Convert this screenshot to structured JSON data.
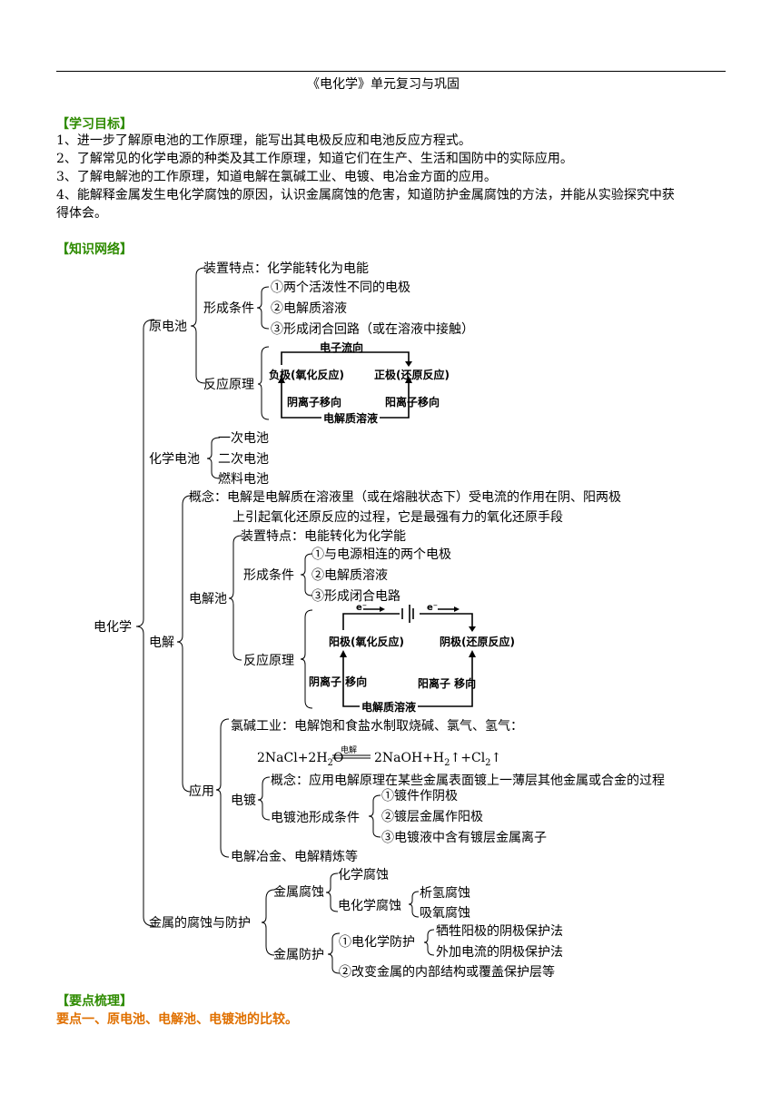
{
  "header": {
    "title": "《电化学》单元复习与巩固"
  },
  "goals": {
    "heading": "【学习目标】",
    "items": [
      "1、进一步了解原电池的工作原理，能写出其电极反应和电池反应方程式。",
      "2、了解常见的化学电源的种类及其工作原理，知道它们在生产、生活和国防中的实际应用。",
      "3、了解电解池的工作原理，知道电解在氯碱工业、电镀、电冶金方面的应用。",
      "4、能解释金属发生电化学腐蚀的原因，认识金属腐蚀的危害，知道防护金属腐蚀的方法，并能从实验探究中获",
      "得体会。"
    ]
  },
  "network": {
    "heading": "【知识网络】",
    "root": "电化学",
    "galvanic": {
      "label": "原电池",
      "device": "装置特点：化学能转化为电能",
      "cond_label": "形成条件",
      "conds": [
        "①两个活泼性不同的电极",
        "②电解质溶液",
        "③形成闭合回路（或在溶液中接触）"
      ],
      "principle_label": "反应原理",
      "diagram": {
        "top": "电子流向",
        "left": "负极(氧化反应)",
        "right": "正极(还原反应)",
        "anion": "阴离子移向",
        "cation": "阳离子移向",
        "bottom": "电解质溶液"
      }
    },
    "chem_battery": {
      "label": "化学电池",
      "items": [
        "一次电池",
        "二次电池",
        "燃料电池"
      ]
    },
    "electrolysis": {
      "label": "电解",
      "concept1": "概念：电解是电解质在溶液里（或在熔融状态下）受电流的作用在阴、阳两极",
      "concept2": "上引起氧化还原反应的过程，它是最强有力的氧化还原手段",
      "cell_label": "电解池",
      "device": "装置特点：电能转化为化学能",
      "cond_label": "形成条件",
      "conds": [
        "①与电源相连的两个电极",
        "②电解质溶液",
        "③形成闭合电路"
      ],
      "principle_label": "反应原理",
      "diagram": {
        "e1": "e⁻",
        "e2": "e⁻",
        "left": "阳极(氧化反应)",
        "right": "阴极(还原反应)",
        "anion": "阴离子 移向",
        "cation": "阳离子 移向",
        "bottom": "电解质溶液"
      },
      "app_label": "应用",
      "chlor": "氯碱工业：电解饱和食盐水制取烧碱、氯气、氢气：",
      "eq_left": "2NaCl+2H",
      "eq_sub1": "2",
      "eq_o": "O",
      "eq_cond": "电解",
      "eq_right1": "2NaOH+H",
      "eq_sub2": "2",
      "eq_up": "↑+Cl",
      "eq_sub3": "2",
      "eq_up2": "↑",
      "plating_label": "电镀",
      "plating_concept": "概念：应用电解原理在某些金属表面镀上一薄层其他金属或合金的过程",
      "plating_cond_label": "电镀池形成条件",
      "plating_conds": [
        "①镀件作阴极",
        "②镀层金属作阳极",
        "③电镀液中含有镀层金属离子"
      ],
      "metallurgy": "电解冶金、电解精炼等"
    },
    "corrosion": {
      "label": "金属的腐蚀与防护",
      "corr_label": "金属腐蚀",
      "chem": "化学腐蚀",
      "echem": "电化学腐蚀",
      "echem_items": [
        "析氢腐蚀",
        "吸氧腐蚀"
      ],
      "prot_label": "金属防护",
      "prot1": "①电化学防护",
      "prot1_items": [
        "牺牲阳极的阴极保护法",
        "外加电流的阴极保护法"
      ],
      "prot2": "②改变金属的内部结构或覆盖保护层等"
    }
  },
  "points": {
    "heading": "【要点梳理】",
    "point1": "要点一、原电池、电解池、电镀池的比较。"
  }
}
